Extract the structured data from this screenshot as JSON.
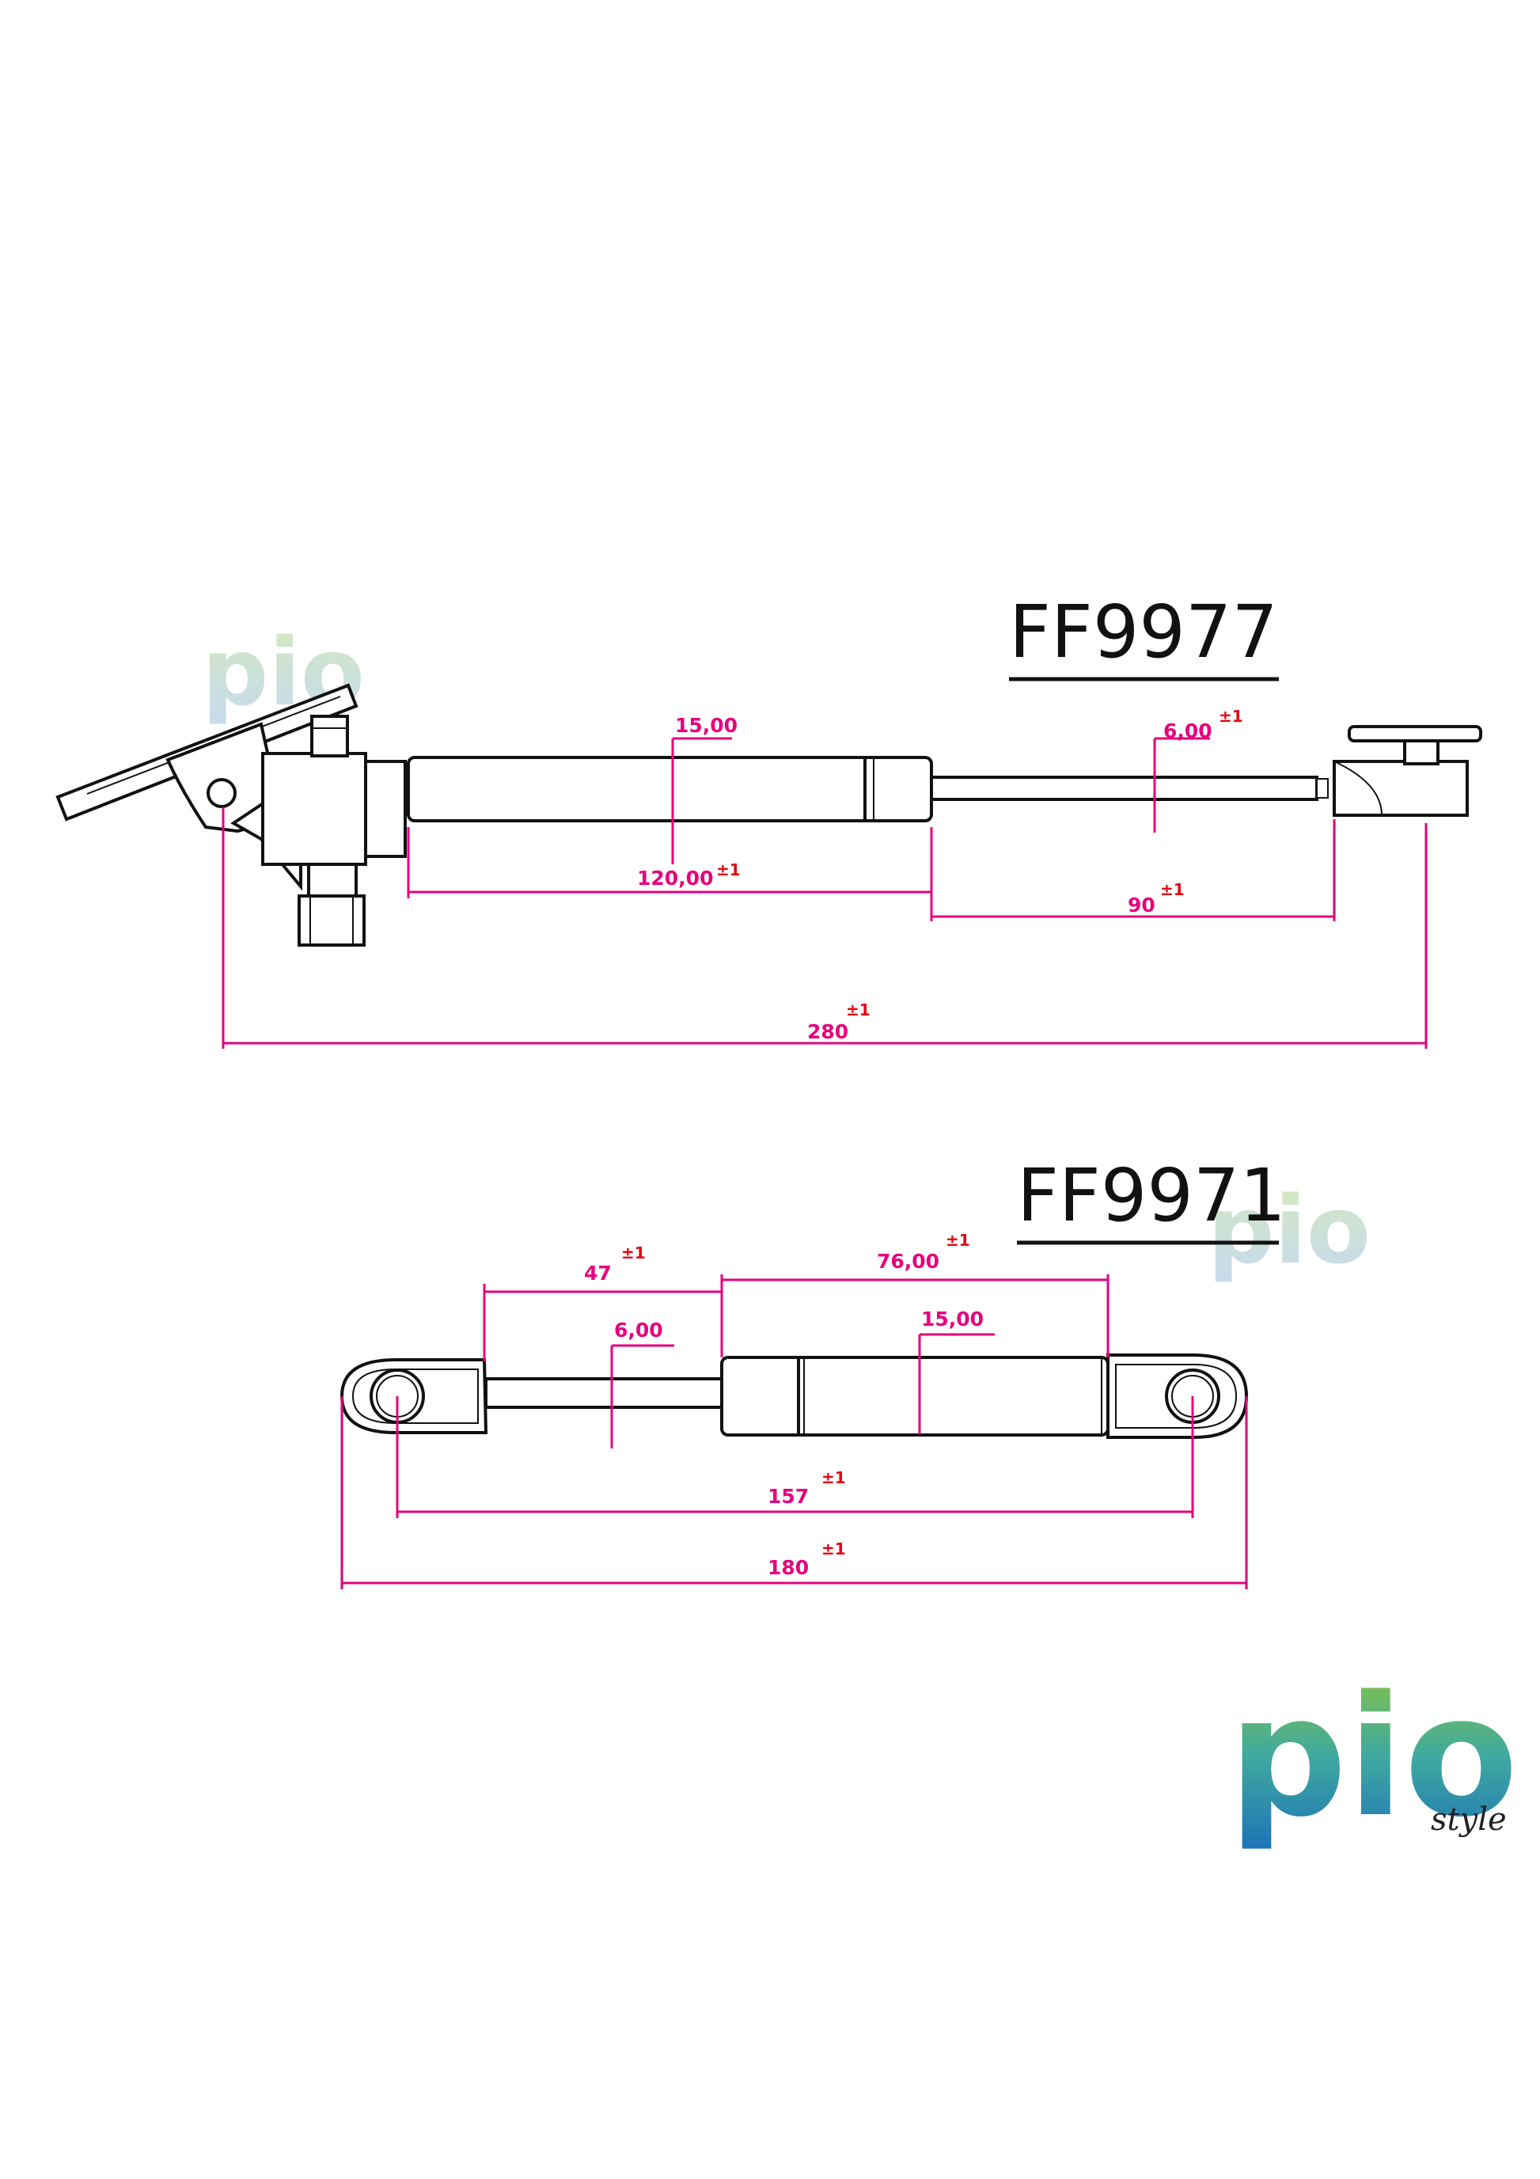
{
  "colors": {
    "outline": "#111111",
    "dimension": "#e6007e",
    "tolerance": "#e30613",
    "logo_green": "#8cc63f",
    "logo_blue": "#1d71b8"
  },
  "drawing1": {
    "model": "FF9977",
    "dims": {
      "d15": "15,00",
      "d6": "6,00",
      "d6_tol": "±1",
      "d120": "120,00",
      "d120_tol": "±1",
      "d90": "90",
      "d90_tol": "±1",
      "d280": "280",
      "d280_tol": "±1"
    }
  },
  "drawing2": {
    "model": "FF9971",
    "dims": {
      "d47": "47",
      "d47_tol": "±1",
      "d76": "76,00",
      "d76_tol": "±1",
      "d6": "6,00",
      "d15": "15,00",
      "d157": "157",
      "d157_tol": "±1",
      "d180": "180",
      "d180_tol": "±1"
    }
  },
  "logo": {
    "brand": "pio",
    "tagline": "style",
    "watermark_icon": "pio-watermark-icon"
  }
}
